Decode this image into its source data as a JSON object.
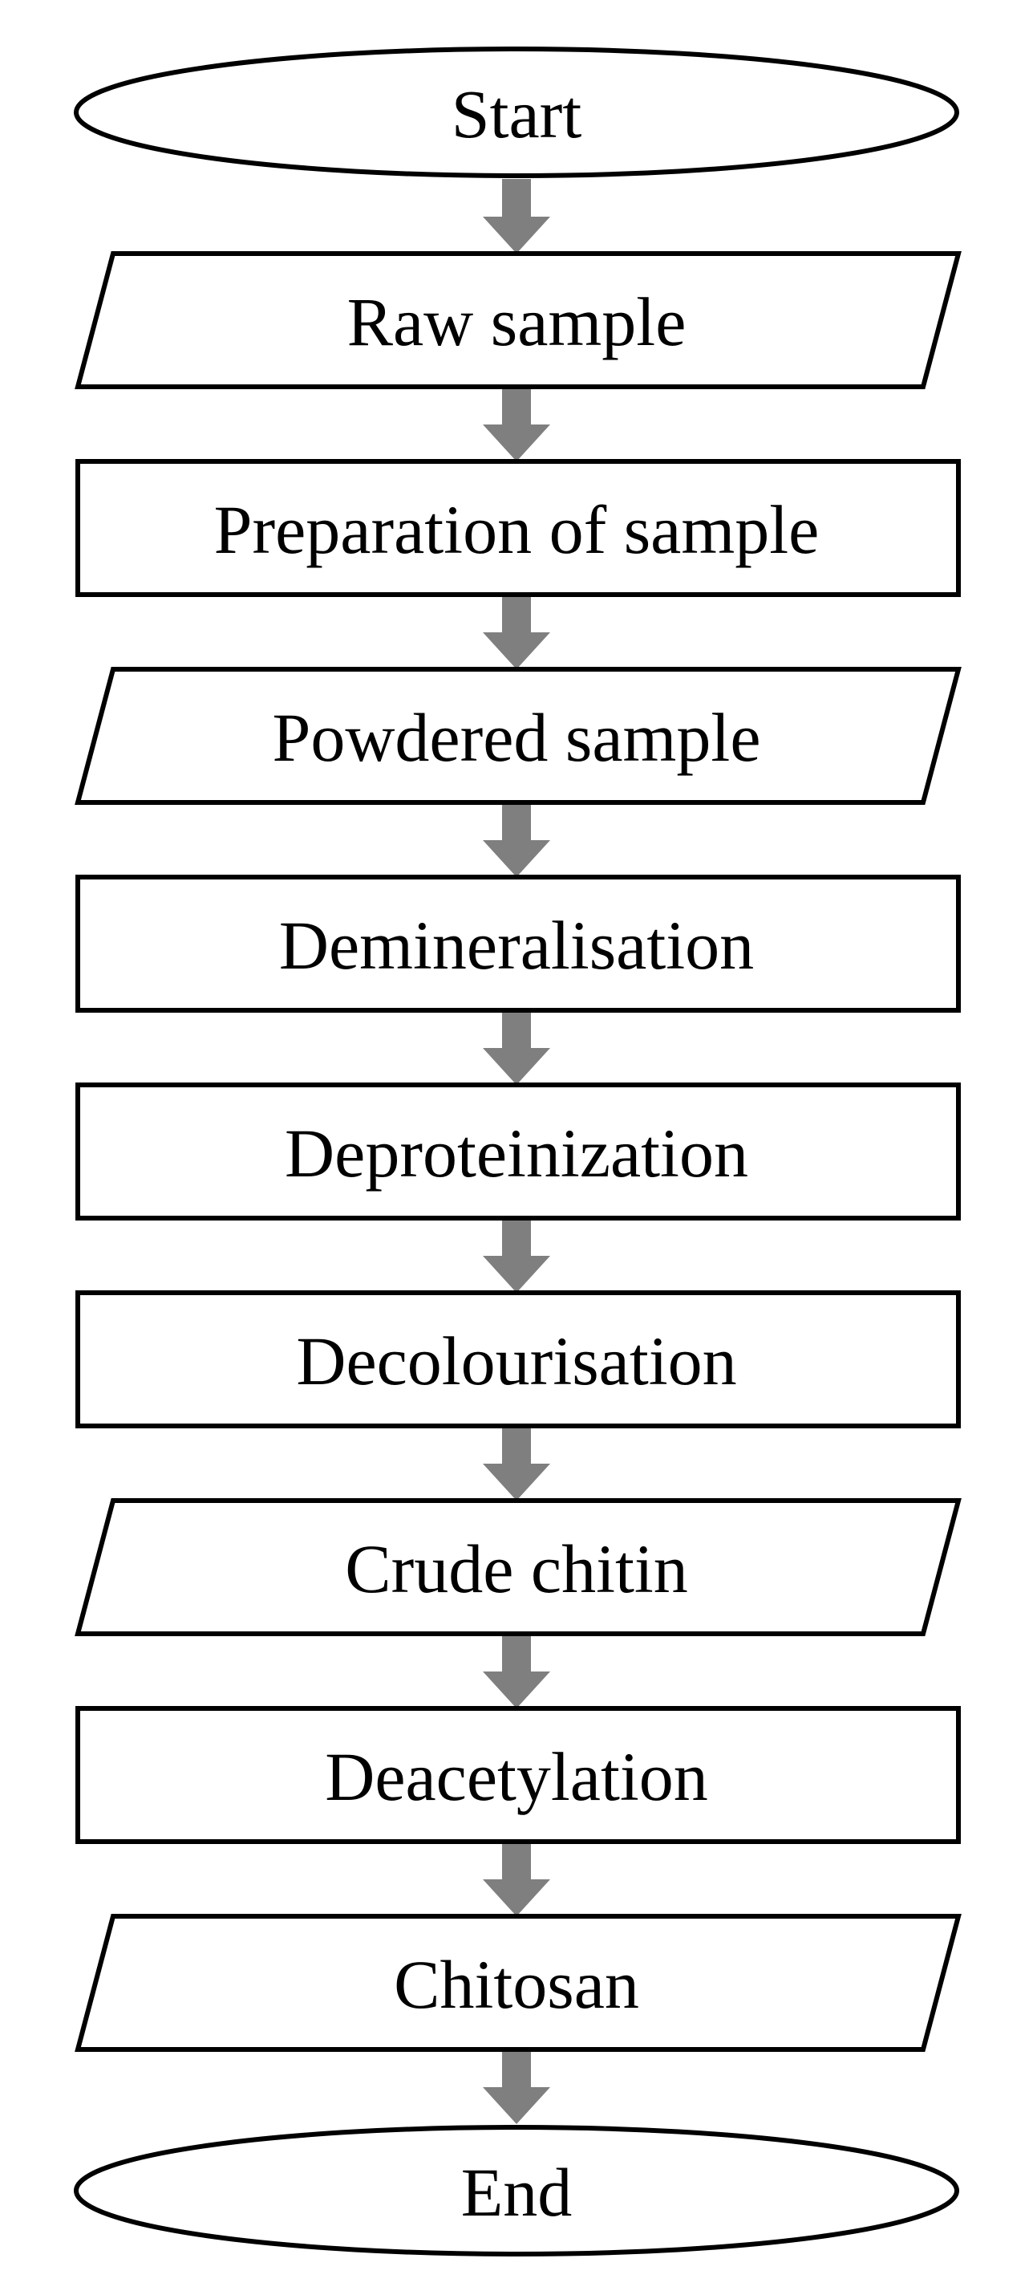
{
  "flowchart": {
    "steps": [
      {
        "id": "start",
        "shape": "terminator",
        "label": "Start"
      },
      {
        "id": "raw-sample",
        "shape": "data",
        "label": "Raw sample"
      },
      {
        "id": "preparation-of-sample",
        "shape": "process",
        "label": "Preparation of sample"
      },
      {
        "id": "powdered-sample",
        "shape": "data",
        "label": "Powdered sample"
      },
      {
        "id": "demineralisation",
        "shape": "process",
        "label": "Demineralisation"
      },
      {
        "id": "deproteinization",
        "shape": "process",
        "label": "Deproteinization"
      },
      {
        "id": "decolourisation",
        "shape": "process",
        "label": "Decolourisation"
      },
      {
        "id": "crude-chitin",
        "shape": "data",
        "label": "Crude chitin"
      },
      {
        "id": "deacetylation",
        "shape": "process",
        "label": "Deacetylation"
      },
      {
        "id": "chitosan",
        "shape": "data",
        "label": "Chitosan"
      },
      {
        "id": "end",
        "shape": "terminator",
        "label": "End"
      }
    ],
    "arrow_color": "#7f7f7f",
    "stroke_color": "#000000"
  }
}
